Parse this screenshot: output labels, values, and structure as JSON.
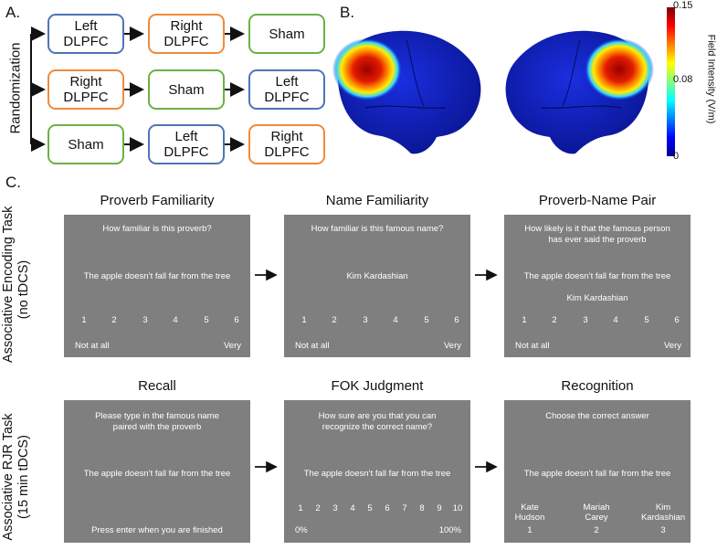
{
  "panel_a": {
    "label": "A.",
    "side_label": "Randomization",
    "rows": [
      [
        {
          "text": "Left\nDLPFC",
          "color": "#4f73b8"
        },
        {
          "text": "Right\nDLPFC",
          "color": "#ef8a3c"
        },
        {
          "text": "Sham",
          "color": "#6bb144"
        }
      ],
      [
        {
          "text": "Right\nDLPFC",
          "color": "#ef8a3c"
        },
        {
          "text": "Sham",
          "color": "#6bb144"
        },
        {
          "text": "Left\nDLPFC",
          "color": "#4f73b8"
        }
      ],
      [
        {
          "text": "Sham",
          "color": "#6bb144"
        },
        {
          "text": "Left\nDLPFC",
          "color": "#4f73b8"
        },
        {
          "text": "Right\nDLPFC",
          "color": "#ef8a3c"
        }
      ]
    ]
  },
  "panel_b": {
    "label": "B.",
    "colorbar": {
      "title": "Field Intensity (V/m)",
      "max": "0.15",
      "mid": "0.08",
      "min": "0"
    }
  },
  "panel_c": {
    "label": "C.",
    "rows": [
      {
        "side_label_1": "Associative  Encoding Task",
        "side_label_2": "(no tDCS)",
        "screens": [
          {
            "heading": "Proverb Familiarity",
            "question": "How familiar is this proverb?",
            "stimulus": "The apple doesn’t fall far from the tree",
            "sub": "",
            "scale": [
              "1",
              "2",
              "3",
              "4",
              "5",
              "6"
            ],
            "low": "Not at all",
            "high": "Very"
          },
          {
            "heading": "Name Familiarity",
            "question": "How familiar is this famous name?",
            "stimulus": "Kim Kardashian",
            "sub": "",
            "scale": [
              "1",
              "2",
              "3",
              "4",
              "5",
              "6"
            ],
            "low": "Not at all",
            "high": "Very"
          },
          {
            "heading": "Proverb-Name Pair",
            "question": "How likely is it that the famous person\nhas ever said the proverb",
            "stimulus": "The apple doesn’t fall far from the tree",
            "sub": "Kim Kardashian",
            "scale": [
              "1",
              "2",
              "3",
              "4",
              "5",
              "6"
            ],
            "low": "Not at all",
            "high": "Very"
          }
        ]
      },
      {
        "side_label_1": "Associative RJR Task",
        "side_label_2": "(15 min tDCS)",
        "screens": [
          {
            "heading": "Recall",
            "question": "Please type in the famous name\npaired with the proverb",
            "stimulus": "The apple doesn’t fall far from the tree",
            "footer": "Press enter when you are finished"
          },
          {
            "heading": "FOK Judgment",
            "question": "How sure are you that you can\nrecognize the correct name?",
            "stimulus": "The apple doesn’t fall far from the tree",
            "scale": [
              "1",
              "2",
              "3",
              "4",
              "5",
              "6",
              "7",
              "8",
              "9",
              "10"
            ],
            "low": "0%",
            "high": "100%"
          },
          {
            "heading": "Recognition",
            "question": "Choose the correct answer",
            "stimulus": "The apple doesn’t fall far from the tree",
            "choices": [
              {
                "name": "Kate\nHudson",
                "num": "1"
              },
              {
                "name": "Mariah\nCarey",
                "num": "2"
              },
              {
                "name": "Kim\nKardashian",
                "num": "3"
              }
            ]
          }
        ]
      }
    ]
  }
}
